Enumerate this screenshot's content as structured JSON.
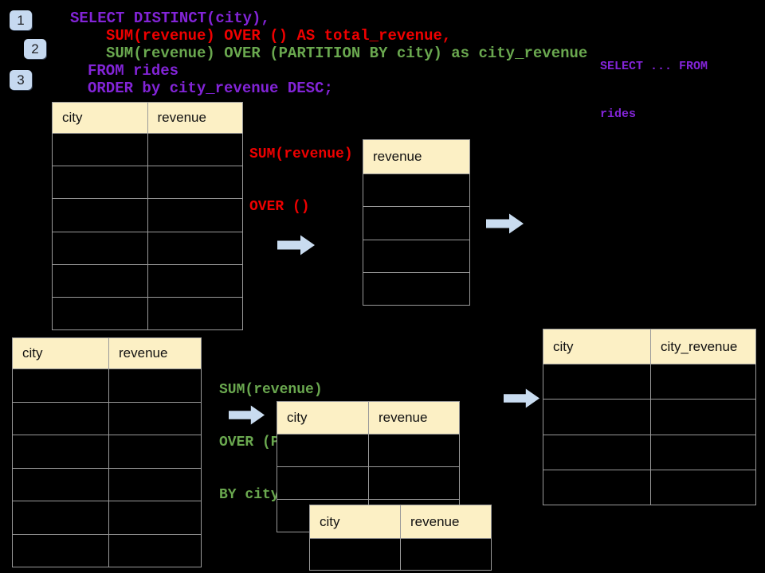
{
  "colors": {
    "background": "#000000",
    "sql_purple": "#8324d8",
    "sql_red": "#ee0000",
    "sql_green": "#6aa84f",
    "table_header_bg": "#fcf0c5",
    "table_border": "#9a9a9a",
    "arrow_blue": "#c9dcf0",
    "badge_bg": "#c6d9f0"
  },
  "badges": {
    "one": "1",
    "two": "2",
    "three": "3"
  },
  "sql": {
    "line1": "SELECT DISTINCT(city),",
    "line2": "SUM(revenue) OVER () AS total_revenue,",
    "line3": "SUM(revenue) OVER (PARTITION BY city) as city_revenue",
    "line4": "FROM rides",
    "line5": "ORDER by city_revenue DESC;"
  },
  "snippet": {
    "line1": "SELECT ... FROM",
    "line2": "rides"
  },
  "annotations": {
    "total": {
      "line1": "SUM(revenue)",
      "line2": "OVER ()"
    },
    "partition": {
      "line1": "SUM(revenue)",
      "line2": "OVER (PARTITION",
      "line3": "BY city)"
    }
  },
  "tables": {
    "rides_source": {
      "headers": [
        "city",
        "revenue"
      ]
    },
    "total_revenue": {
      "headers": [
        "revenue"
      ]
    },
    "rides_source2": {
      "headers": [
        "city",
        "revenue"
      ]
    },
    "partitioned": {
      "headers": [
        "city",
        "revenue"
      ]
    },
    "partitioned_overlay": {
      "headers": [
        "city",
        "revenue"
      ]
    },
    "result": {
      "headers": [
        "city",
        "city_revenue"
      ]
    }
  }
}
